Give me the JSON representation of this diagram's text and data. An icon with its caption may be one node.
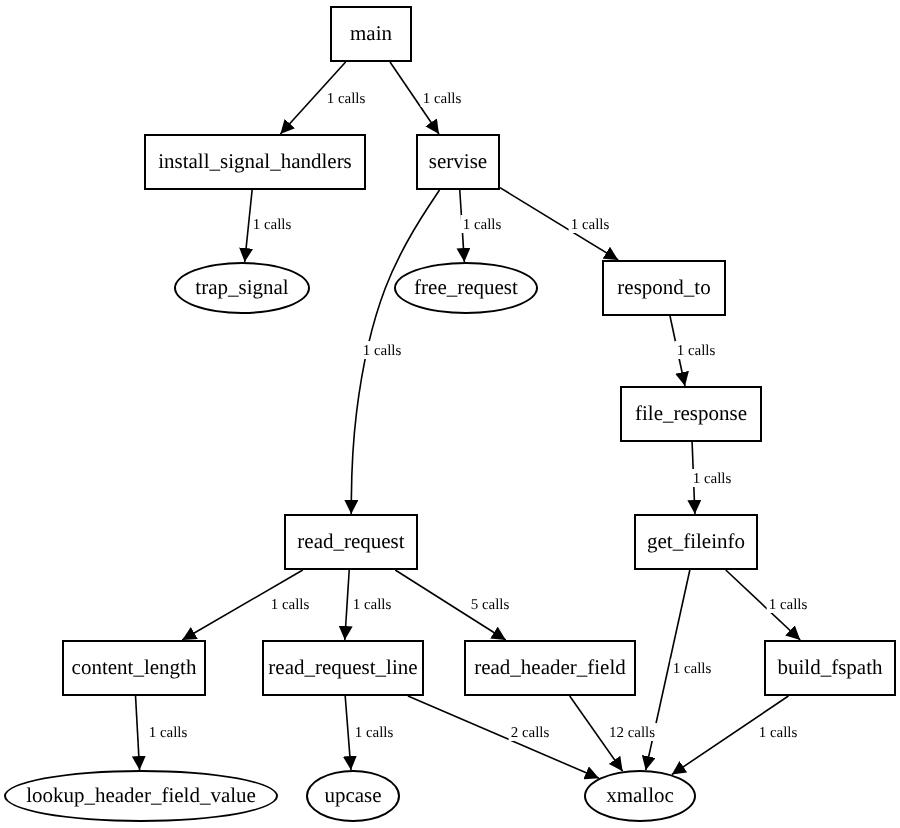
{
  "diagram": {
    "nodes": [
      {
        "text": [
          "main"
        ]
      },
      {
        "text": [
          "install_signal_handlers"
        ]
      },
      {
        "text": [
          "servise"
        ]
      },
      {
        "text": [
          "trap_signal"
        ]
      },
      {
        "text": [
          "free_request"
        ]
      },
      {
        "text": [
          "respond_to"
        ]
      },
      {
        "text": [
          "file_response"
        ]
      },
      {
        "text": [
          "read_request"
        ]
      },
      {
        "text": [
          "get_fileinfo"
        ]
      },
      {
        "text": [
          "content_length"
        ]
      },
      {
        "text": [
          "read_request_line"
        ]
      },
      {
        "text": [
          "read_header_field"
        ]
      },
      {
        "text": [
          "build_fspath"
        ]
      },
      {
        "text": [
          "lookup_header_field_value"
        ]
      },
      {
        "text": [
          "upcase"
        ]
      },
      {
        "text": [
          "xmalloc"
        ]
      }
    ],
    "edges": [
      {
        "from": 0,
        "to": 1,
        "arrow": "to",
        "label": "1 calls"
      },
      {
        "from": 0,
        "to": 2,
        "arrow": "to",
        "label": "1 calls"
      },
      {
        "from": 1,
        "to": 3,
        "arrow": "to",
        "label": "1 calls"
      },
      {
        "from": 2,
        "to": 4,
        "arrow": "to",
        "label": "1 calls"
      },
      {
        "from": 2,
        "to": 5,
        "arrow": "to",
        "label": "1 calls"
      },
      {
        "from": 2,
        "to": 7,
        "arrow": "to",
        "label": "1 calls"
      },
      {
        "from": 5,
        "to": 6,
        "arrow": "to",
        "label": "1 calls"
      },
      {
        "from": 6,
        "to": 8,
        "arrow": "to",
        "label": "1 calls"
      },
      {
        "from": 7,
        "to": 9,
        "arrow": "to",
        "label": "1 calls"
      },
      {
        "from": 7,
        "to": 10,
        "arrow": "to",
        "label": "1 calls"
      },
      {
        "from": 7,
        "to": 11,
        "arrow": "to",
        "label": "5 calls"
      },
      {
        "from": 8,
        "to": 12,
        "arrow": "to",
        "label": "1 calls"
      },
      {
        "from": 9,
        "to": 13,
        "arrow": "to",
        "label": "1 calls"
      },
      {
        "from": 10,
        "to": 14,
        "arrow": "to",
        "label": "1 calls"
      },
      {
        "from": 10,
        "to": 15,
        "arrow": "to",
        "label": "2 calls"
      },
      {
        "from": 11,
        "to": 15,
        "arrow": "to",
        "label": "12 calls"
      },
      {
        "from": 8,
        "to": 15,
        "arrow": "to",
        "label": "1 calls"
      },
      {
        "from": 12,
        "to": 15,
        "arrow": "to",
        "label": "1 calls"
      }
    ]
  }
}
